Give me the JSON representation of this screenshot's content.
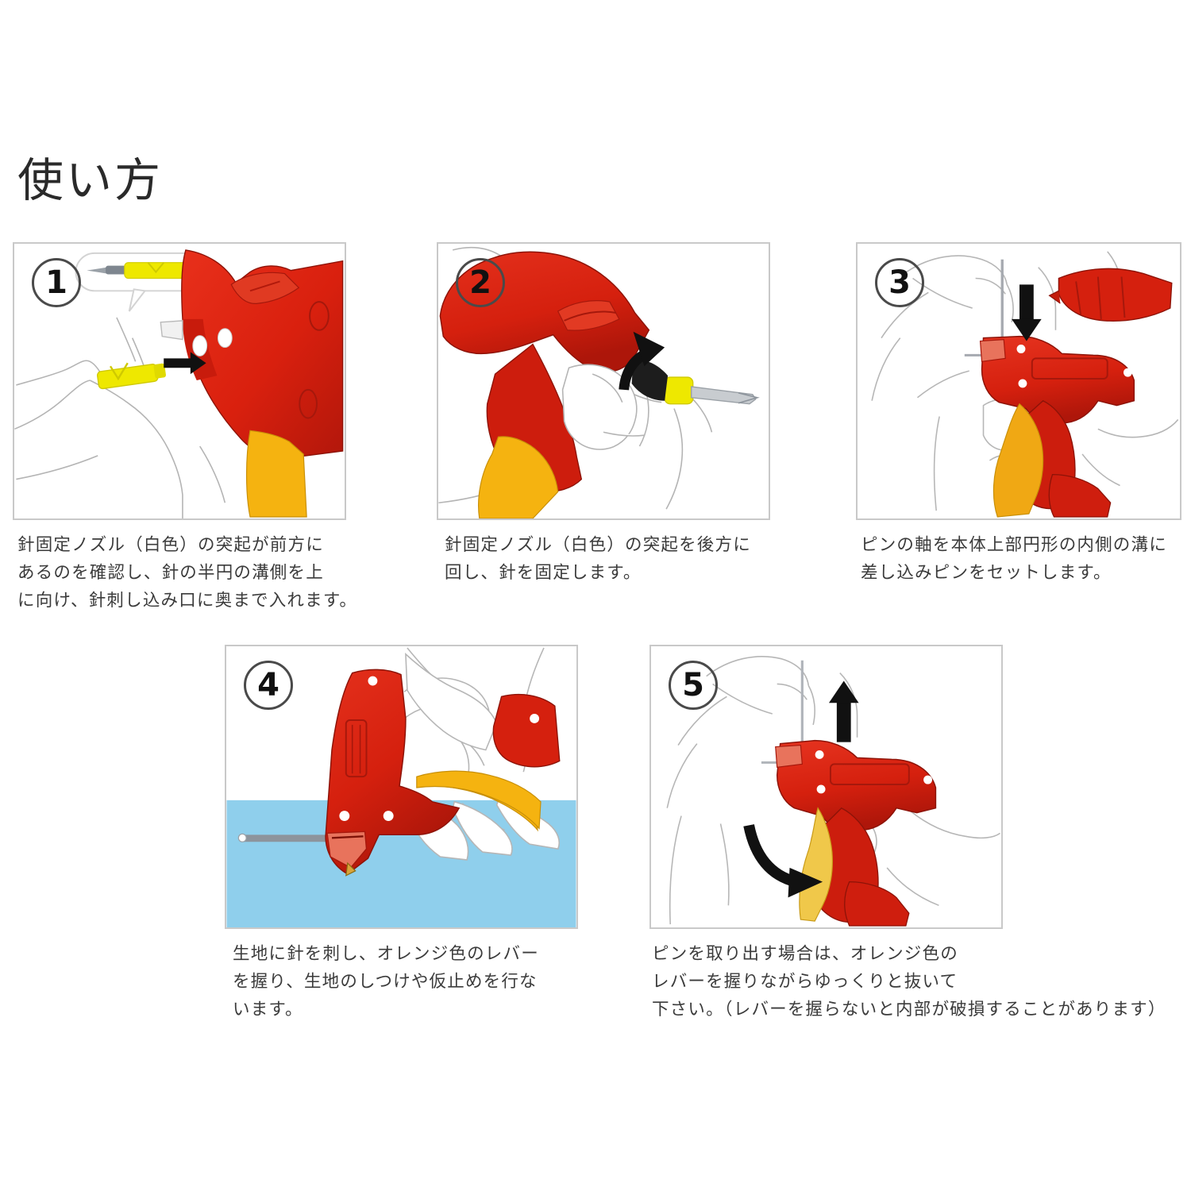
{
  "document": {
    "title": "使い方",
    "background_color": "#ffffff"
  },
  "palette": {
    "body_red": "#d9200e",
    "body_red_dark": "#a8150a",
    "lever_orange": "#f5b310",
    "needle_yellow": "#eee800",
    "fabric_blue": "#8fcfec",
    "outline_gray": "#9a9a9a",
    "panel_border": "#c9c9c9",
    "arrow_black": "#111111",
    "text_color": "#3b3b3b",
    "metal_gray": "#8d949c"
  },
  "steps": [
    {
      "number": "1",
      "badge_name": "step-number-1",
      "panel_name": "step-1-illustration",
      "caption": "針固定ノズル（白色）の突起が前方に\nあるのを確認し、針の半円の溝側を上\nに向け、針刺し込み口に奥まで入れます。",
      "illustration": {
        "scene": "needle-insertion-into-gun-nose",
        "callout": "needle-detail-bubble",
        "arrow": "straight-arrow-right",
        "elements": [
          "red-gun-body",
          "orange-lever",
          "yellow-needle",
          "white-nozzle-lugs",
          "hand-outline"
        ]
      }
    },
    {
      "number": "2",
      "badge_name": "step-number-2",
      "panel_name": "step-2-illustration",
      "caption": "針固定ノズル（白色）の突起を後方に\n回し、針を固定します。",
      "illustration": {
        "scene": "rotate-white-nozzle-backward",
        "arrow": "curved-arrow-rotate",
        "elements": [
          "red-gun-body",
          "orange-lever",
          "yellow-nozzle-collar",
          "needle-shaft",
          "hand-outline"
        ]
      }
    },
    {
      "number": "3",
      "badge_name": "step-number-3",
      "panel_name": "step-3-illustration",
      "caption": "ピンの軸を本体上部円形の内側の溝に\n差し込みピンをセットします。",
      "illustration": {
        "scene": "load-pin-clip-into-top-groove",
        "arrow": "down-arrow",
        "elements": [
          "red-gun-body",
          "orange-lever",
          "red-pin-clip",
          "pin-shaft",
          "hand-outline"
        ]
      }
    },
    {
      "number": "4",
      "badge_name": "step-number-4",
      "panel_name": "step-4-illustration",
      "caption": "生地に針を刺し、オレンジ色のレバー\nを握り、生地のしつけや仮止めを行な\nいます。",
      "illustration": {
        "scene": "pierce-fabric-and-squeeze-lever",
        "elements": [
          "red-gun-body",
          "orange-lever",
          "blue-fabric",
          "needle-in-fabric",
          "hand-outline"
        ]
      }
    },
    {
      "number": "5",
      "badge_name": "step-number-5",
      "panel_name": "step-5-illustration",
      "caption": "ピンを取り出す場合は、オレンジ色の\nレバーを握りながらゆっくりと抜いて\n下さい。（レバーを握らないと内部が破損することがあります）",
      "illustration": {
        "scene": "withdraw-gun-while-squeezing-lever",
        "arrows": [
          "up-arrow",
          "curved-arrow-down-right"
        ],
        "elements": [
          "red-gun-body",
          "orange-lever",
          "pin-shaft",
          "hand-outline"
        ]
      }
    }
  ]
}
